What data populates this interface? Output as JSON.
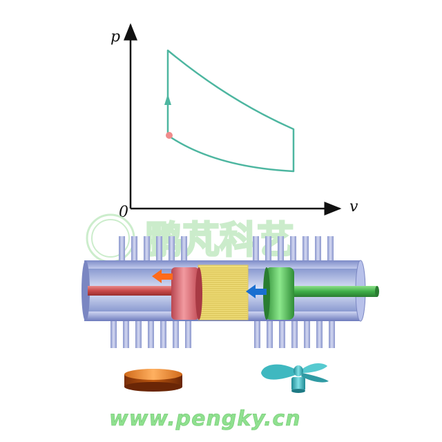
{
  "diagram": {
    "y_axis_label": "p",
    "x_axis_label": "v",
    "origin_label": "0"
  },
  "watermark": {
    "text": "鹏芃科艺",
    "url": "www.pengky.cn"
  },
  "colors": {
    "cycle_curve": "#4db6a0",
    "state_point": "#f08c8c",
    "hot_piston": "#d9606a",
    "cold_piston": "#3fae48",
    "regenerator": "#f0de7a",
    "cylinder": "#9aa6d8",
    "hot_arrow": "#ff6a1a",
    "cold_arrow": "#1a6fd0",
    "heater": "#c05a10",
    "fan": "#3fb8c0"
  },
  "icons": {
    "heat_source": "burner-icon",
    "cooler": "fan-icon"
  }
}
